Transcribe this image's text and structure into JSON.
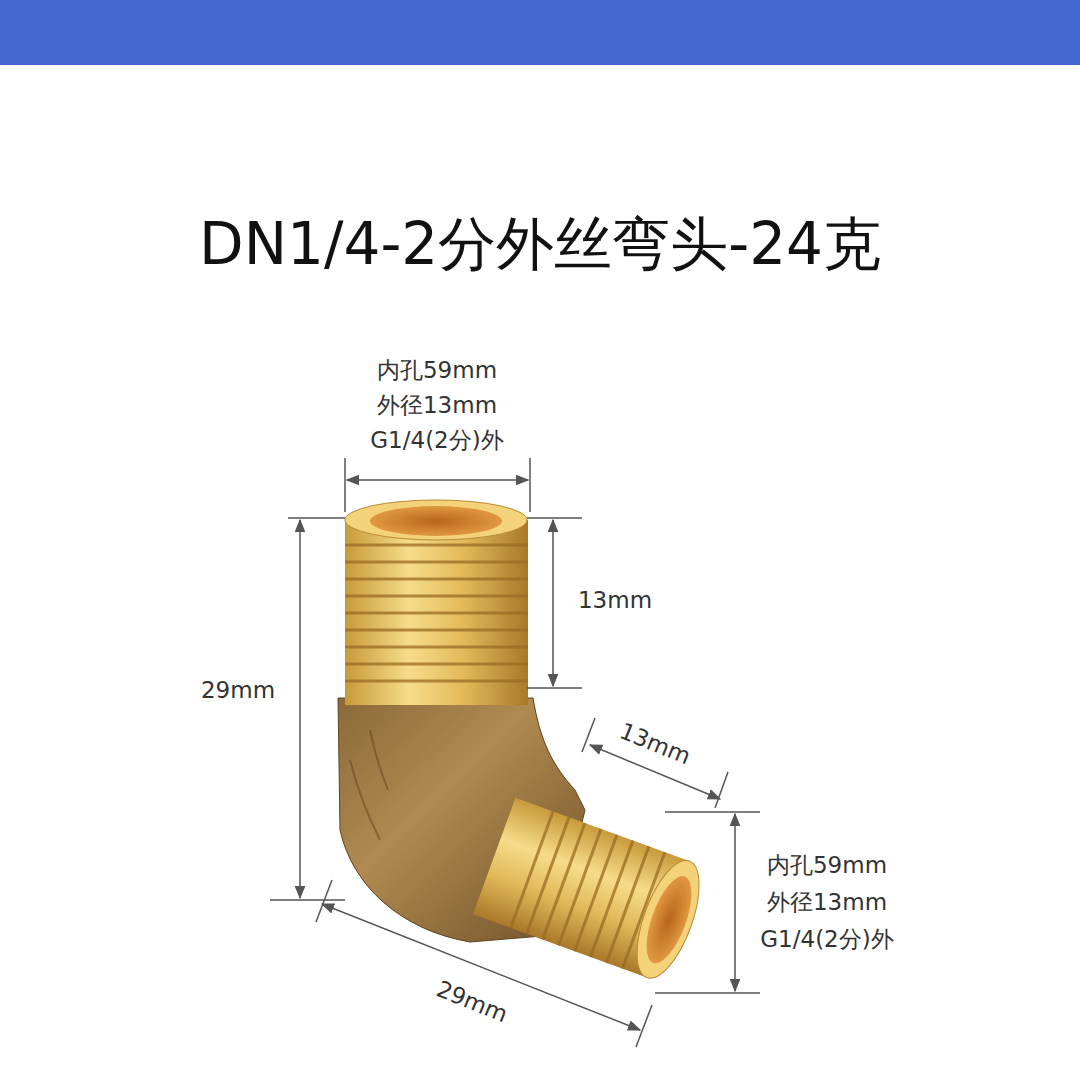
{
  "diagram": {
    "title": "DN1/4-2分外丝弯头-24克",
    "labels": [
      "内孔59mm",
      "外径13mm",
      "G1/4(2分)外",
      "13mm",
      "29mm",
      "13mm",
      "内孔59mm",
      "外径13mm",
      "G1/4(2分)外",
      "29mm"
    ]
  }
}
